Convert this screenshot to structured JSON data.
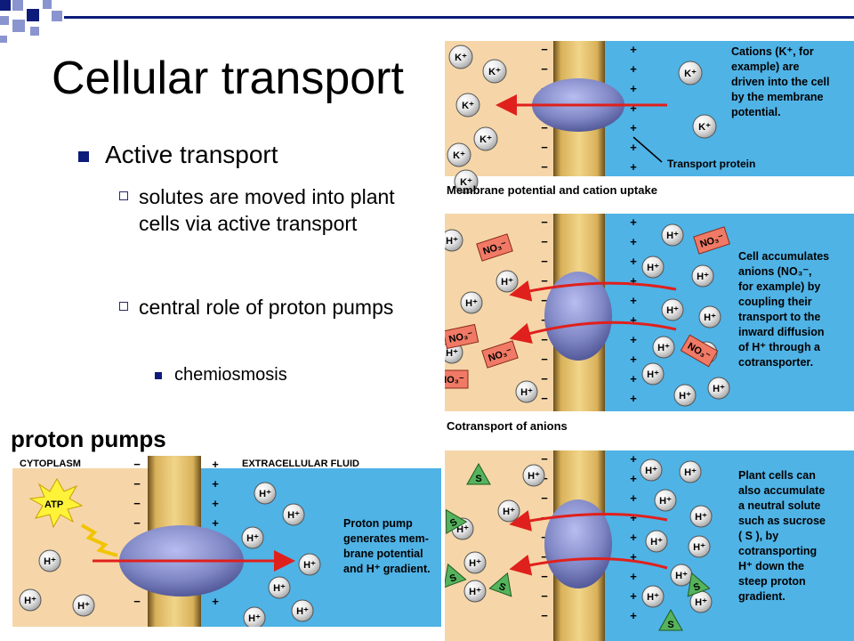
{
  "slide": {
    "title": "Cellular transport",
    "bullet1": "Active transport",
    "sub1": "solutes are moved into plant cells via active transport",
    "sub2": "central role of proton pumps",
    "sub2a": "chemiosmosis",
    "label": "proton pumps"
  },
  "panel_a": {
    "caption": "Membrane potential and cation uptake",
    "text_lines": [
      "Cations (K⁺, for",
      "example) are",
      "driven into the cell",
      "by the membrane",
      "potential."
    ],
    "pointer_label": "Transport protein",
    "ion": "K⁺"
  },
  "panel_b": {
    "caption": "Cotransport of anions",
    "text_lines": [
      "Cell accumulates",
      "anions (NO₃⁻,",
      "for example) by",
      "coupling their",
      "transport to the",
      "inward diffusion",
      "of H⁺ through a",
      "cotransporter."
    ],
    "ion_h": "H⁺",
    "ion_n": "NO₃⁻"
  },
  "panel_c": {
    "text_lines": [
      "Plant cells can",
      "also accumulate",
      "a neutral solute",
      "such as sucrose",
      "( S ), by",
      "cotransporting",
      "H⁺ down the",
      "steep proton",
      "gradient."
    ],
    "ion_h": "H⁺",
    "ion_s": "S"
  },
  "panel_d": {
    "cytoplasm": "CYTOPLASM",
    "extracellular": "EXTRACELLULAR FLUID",
    "atp": "ATP",
    "text_lines": [
      "Proton pump",
      "generates mem-",
      "brane potential",
      "and H⁺ gradient."
    ],
    "ion_h": "H⁺"
  },
  "colors": {
    "navy": "#0d1b7a",
    "periwinkle": "#8a94cf",
    "cytoplasm": "#f6d6a8",
    "extracellular": "#4fb3e6",
    "protein": "#7f86c4",
    "arrow": "#e0201c",
    "nitrate": "#f07a66",
    "sucrose": "#55b35c"
  }
}
